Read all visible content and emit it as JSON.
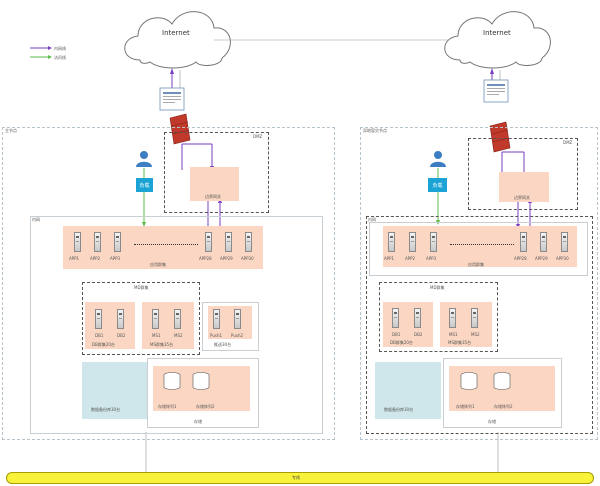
{
  "clouds": [
    {
      "label": "Internet"
    },
    {
      "label": "Internet"
    }
  ],
  "legend": {
    "items": [
      {
        "label": "内网线",
        "color": "#7b3fbf"
      },
      {
        "label": "访问线",
        "color": "#5dbb4a"
      }
    ]
  },
  "left_site": {
    "title": "主节点",
    "dmz_label": "DMZ",
    "router_label": "边界网关",
    "lb_label": "负载",
    "inner_label": "内网",
    "app_servers": [
      "APP1",
      "APP2",
      "APP3",
      "APP28",
      "APP29",
      "APP30"
    ],
    "app_cluster_label": "应用群集",
    "md_label": "MD群集",
    "db_servers": [
      "DB1",
      "DB2"
    ],
    "db_cluster_label": "DB群集20台",
    "ms_servers": [
      "MS1",
      "MS2"
    ],
    "ms_cluster_label": "MS群集35台",
    "push_servers": [
      "Push1",
      "Push2"
    ],
    "push_cluster_label": "推送30台",
    "storage_net_label": "数据备份库30台",
    "storage_units": [
      "存储阵列1",
      "存储阵列2"
    ],
    "storage_label": "存储"
  },
  "right_site": {
    "title": "异地容灾节点",
    "dmz_label": "DMZ",
    "router_label": "边界网关",
    "lb_label": "负载",
    "inner_label": "内网",
    "app_servers": [
      "APP1",
      "APP2",
      "APP3",
      "APP28",
      "APP29",
      "APP30"
    ],
    "app_cluster_label": "应用群集",
    "md_label": "MD群集",
    "db_servers": [
      "DB1",
      "DB2"
    ],
    "db_cluster_label": "DB群集20台",
    "ms_servers": [
      "MS1",
      "MS2"
    ],
    "ms_cluster_label": "MS群集35台",
    "storage_net_label": "数据备份库30台",
    "storage_units": [
      "存储阵列1",
      "存储阵列2"
    ],
    "storage_label": "存储"
  },
  "bus_label": "专线"
}
